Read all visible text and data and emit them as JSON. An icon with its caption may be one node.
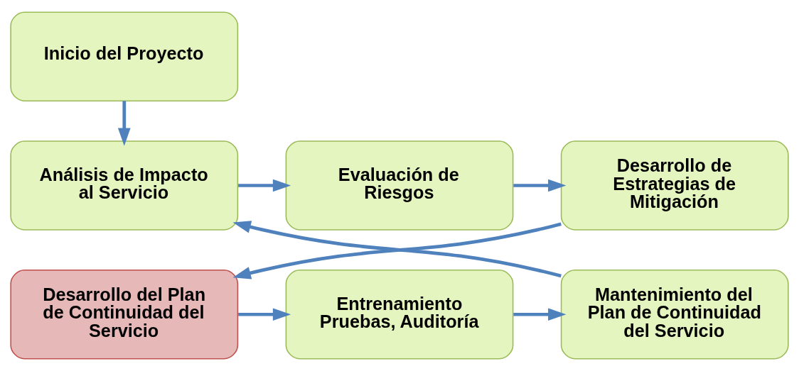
{
  "diagram": {
    "nodes": [
      {
        "text": [
          "Inicio del Proyecto"
        ]
      },
      {
        "text": [
          "Análisis de Impacto al Servicio"
        ]
      },
      {
        "text": [
          "Evaluación de Riesgos"
        ]
      },
      {
        "text": [
          "Desarrollo de Estrategias de Mitigación"
        ]
      },
      {
        "text": [
          "Desarrollo del Plan de Continuidad del Servicio"
        ]
      },
      {
        "text": [
          "Entrenamiento Pruebas, Auditoría"
        ]
      },
      {
        "text": [
          "Mantenimiento del Plan de Continuidad del Servicio"
        ]
      }
    ],
    "edges": [
      {
        "from": 0,
        "to": 1,
        "arrow": "to"
      },
      {
        "from": 1,
        "to": 2,
        "arrow": "to"
      },
      {
        "from": 2,
        "to": 3,
        "arrow": "to"
      },
      {
        "from": 3,
        "to": 4,
        "arrow": "to"
      },
      {
        "from": 4,
        "to": 5,
        "arrow": "to"
      },
      {
        "from": 5,
        "to": 6,
        "arrow": "to"
      },
      {
        "from": 6,
        "to": 1,
        "arrow": "to"
      }
    ]
  }
}
